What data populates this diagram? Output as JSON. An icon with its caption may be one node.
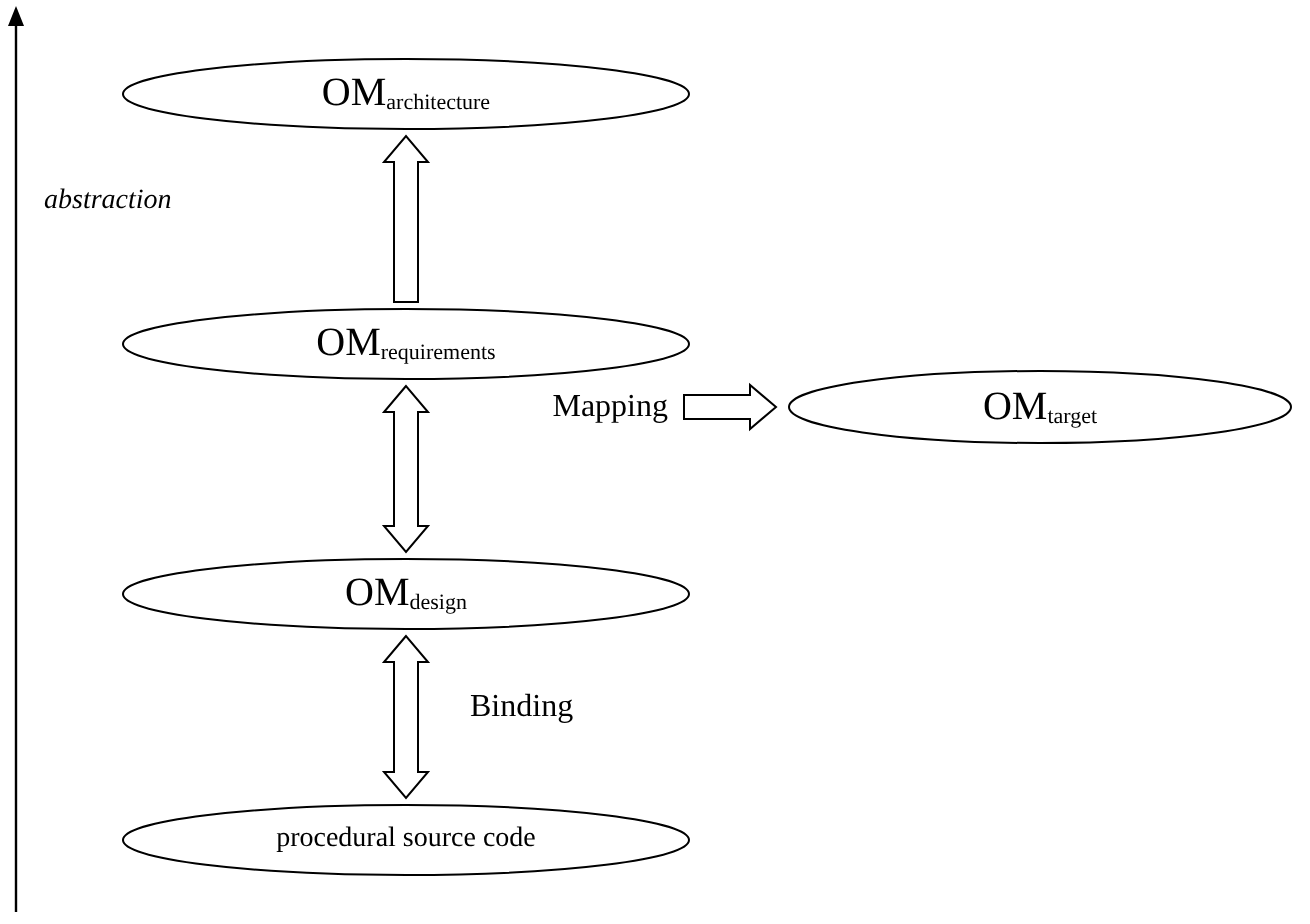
{
  "diagram": {
    "nodes": [
      {
        "text": [
          "OM$_{architecture}$"
        ]
      },
      {
        "text": [
          "OM$_{requirements}$"
        ]
      },
      {
        "text": [
          "OM$_{design}$"
        ]
      },
      {
        "text": [
          "procedural source code"
        ]
      },
      {
        "text": [
          "OM$_{target}$"
        ]
      }
    ],
    "edges": [
      {
        "from": 1,
        "to": 0,
        "arrow": "to"
      },
      {
        "from": 1,
        "to": 2,
        "arrow": "both"
      },
      {
        "from": 2,
        "to": 3,
        "arrow": "both",
        "label": "Binding"
      },
      {
        "from": null,
        "to": 4,
        "arrow": "to",
        "label": "Mapping"
      }
    ],
    "labels": [
      "abstraction"
    ]
  }
}
